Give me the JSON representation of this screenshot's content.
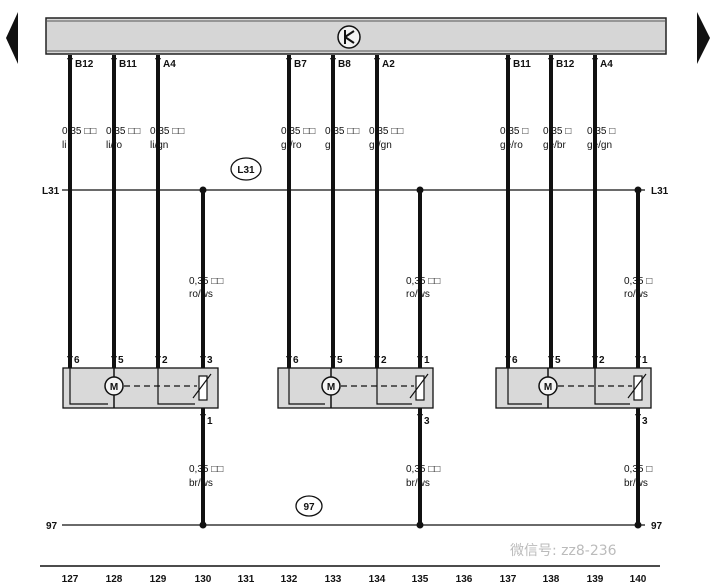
{
  "bus_symbol": "clock-symbol",
  "colors": {
    "bus_fill": "#d6d6d6",
    "module_fill": "#d9d9d9",
    "wire": "#111111"
  },
  "lines": {
    "l31_left": "L31",
    "l31_right": "L31",
    "l31_marker": "L31",
    "l97_left": "97",
    "l97_right": "97",
    "l97_marker": "97"
  },
  "watermark": "微信号: zz8-236",
  "columns": [
    "127",
    "128",
    "129",
    "130",
    "131",
    "132",
    "133",
    "134",
    "135",
    "136",
    "137",
    "138",
    "139",
    "140"
  ],
  "groups": [
    {
      "inputs": [
        {
          "pin": "B12",
          "spec": "0,35 □□",
          "color": "li",
          "motor_pin": "6"
        },
        {
          "pin": "B11",
          "spec": "0,35 □□",
          "color": "li/ro",
          "motor_pin": "5"
        },
        {
          "pin": "A4",
          "spec": "0,35 □□",
          "color": "li/gn",
          "motor_pin": "2"
        }
      ],
      "supply": {
        "spec": "0,35 □□",
        "color": "ro/ws",
        "motor_pin": "3"
      },
      "ground": {
        "pin": "1",
        "spec": "0,35 □□",
        "color": "br/ws"
      },
      "motor": "M"
    },
    {
      "inputs": [
        {
          "pin": "B7",
          "spec": "0,35 □□",
          "color": "gr/ro",
          "motor_pin": "6"
        },
        {
          "pin": "B8",
          "spec": "0,35 □□",
          "color": "gr",
          "motor_pin": "5"
        },
        {
          "pin": "A2",
          "spec": "0,35 □□",
          "color": "gr/gn",
          "motor_pin": "2"
        }
      ],
      "supply": {
        "spec": "0,35 □□",
        "color": "ro/ws",
        "motor_pin": "1"
      },
      "ground": {
        "pin": "3",
        "spec": "0,35 □□",
        "color": "br/ws"
      },
      "motor": "M"
    },
    {
      "inputs": [
        {
          "pin": "B11",
          "spec": "0,35 □",
          "color": "ge/ro",
          "motor_pin": "6"
        },
        {
          "pin": "B12",
          "spec": "0,35 □",
          "color": "ge/br",
          "motor_pin": "5"
        },
        {
          "pin": "A4",
          "spec": "0,35 □",
          "color": "ge/gn",
          "motor_pin": "2"
        }
      ],
      "supply": {
        "spec": "0,35 □",
        "color": "ro/ws",
        "motor_pin": "1"
      },
      "ground": {
        "pin": "3",
        "spec": "0,35 □",
        "color": "br/ws"
      },
      "motor": "M"
    }
  ]
}
